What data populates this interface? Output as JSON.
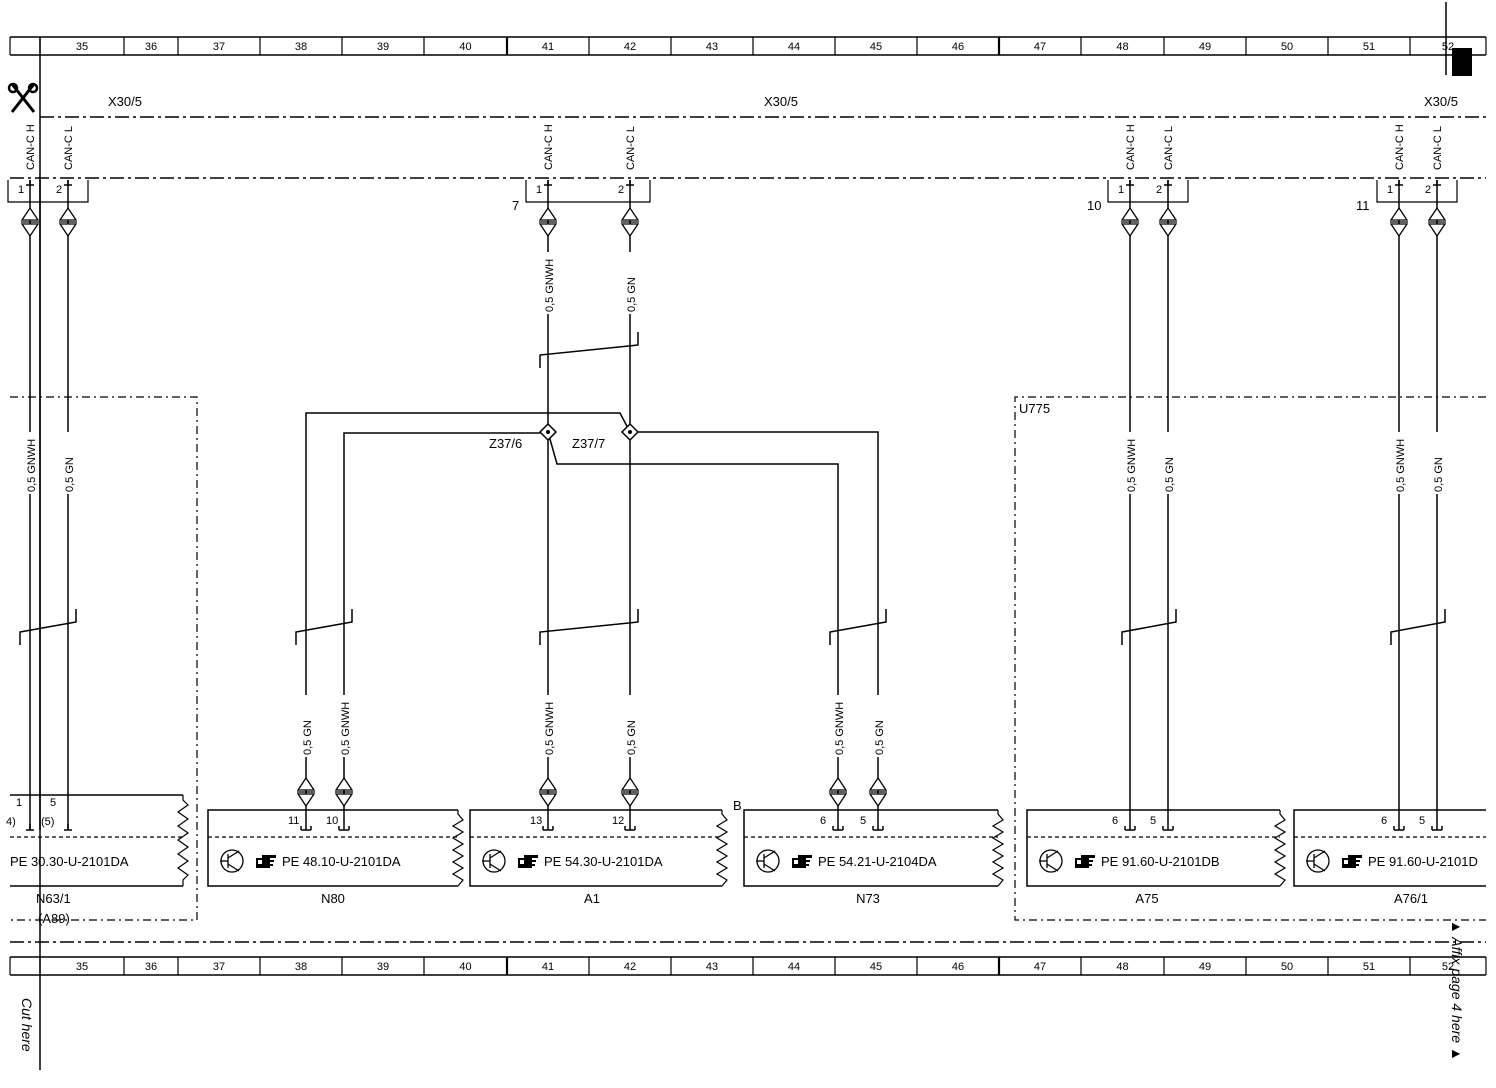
{
  "grid_numbers": [
    "35",
    "36",
    "37",
    "38",
    "39",
    "40",
    "41",
    "42",
    "43",
    "44",
    "45",
    "46",
    "47",
    "48",
    "49",
    "50",
    "51",
    "52"
  ],
  "connectors": [
    "X30/5",
    "X30/5",
    "X30/5"
  ],
  "zone_label": "U775",
  "splices": [
    "Z37/6",
    "Z37/7"
  ],
  "label_b": "B",
  "can_labels": [
    "CAN-C H",
    "CAN-C L"
  ],
  "top_groups": [
    {
      "pin_labels": [
        "1",
        "2"
      ],
      "group_number": ""
    },
    {
      "pin_labels": [
        "1",
        "2"
      ],
      "group_number": "7"
    },
    {
      "pin_labels": [
        "1",
        "2"
      ],
      "group_number": "10"
    },
    {
      "pin_labels": [
        "1",
        "2"
      ],
      "group_number": "11"
    }
  ],
  "wire_labels": {
    "top": [
      "0,5 GNWH",
      "0,5 GN"
    ],
    "mid": [
      "0,5 GNWH",
      "0,5 GN",
      "0,5 GNWH",
      "0,5 GN",
      "0,5 GNWH",
      "0,5 GN"
    ],
    "low": [
      "0,5 GN",
      "0,5 GNWH",
      "0,5 GNWH",
      "0,5 GN",
      "0,5 GNWH",
      "0,5 GN"
    ]
  },
  "n63": {
    "pins": [
      "1",
      "5"
    ],
    "pins_alt": [
      "4)",
      "(5)"
    ],
    "ref": "PE 30.30-U-2101DA",
    "name": "N63/1",
    "alt_name": "(A89)"
  },
  "modules": [
    {
      "name": "N80",
      "ref": "PE 48.10-U-2101DA",
      "pins": [
        "11",
        "10"
      ]
    },
    {
      "name": "A1",
      "ref": "PE 54.30-U-2101DA",
      "pins": [
        "13",
        "12"
      ]
    },
    {
      "name": "N73",
      "ref": "PE 54.21-U-2104DA",
      "pins": [
        "6",
        "5"
      ]
    },
    {
      "name": "A75",
      "ref": "PE 91.60-U-2101DB",
      "pins": [
        "6",
        "5"
      ]
    },
    {
      "name": "A76/1",
      "ref": "PE 91.60-U-2101D",
      "pins": [
        "6",
        "5"
      ]
    }
  ],
  "side_texts": {
    "cut_here": "Cut here",
    "affix": "▲ Affix page 4 here ▲"
  }
}
